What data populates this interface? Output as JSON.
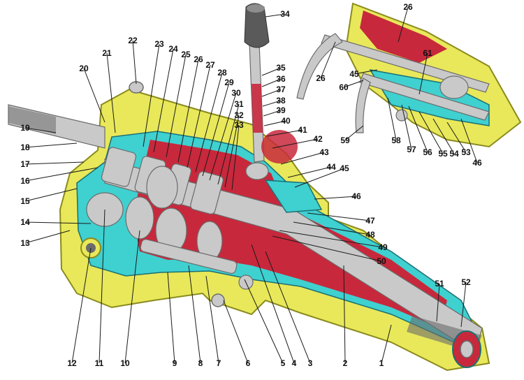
{
  "diagram": {
    "colors": {
      "housing": "#e8e85a",
      "housing_edge": "#8a8a1e",
      "section": "#3fd0d0",
      "section_edge": "#1b6f74",
      "cavity": "#c8283c",
      "metal": "#c9c9c9",
      "metal_dark": "#6b6b6b",
      "knob": "#5a5a5a",
      "leader": "#1a1a1a"
    },
    "callouts": [
      {
        "label": "1"
      },
      {
        "label": "2"
      },
      {
        "label": "3"
      },
      {
        "label": "4"
      },
      {
        "label": "5"
      },
      {
        "label": "6"
      },
      {
        "label": "7"
      },
      {
        "label": "8"
      },
      {
        "label": "9"
      },
      {
        "label": "10"
      },
      {
        "label": "11"
      },
      {
        "label": "12"
      },
      {
        "label": "13"
      },
      {
        "label": "14"
      },
      {
        "label": "15"
      },
      {
        "label": "16"
      },
      {
        "label": "17"
      },
      {
        "label": "18"
      },
      {
        "label": "19"
      },
      {
        "label": "20"
      },
      {
        "label": "21"
      },
      {
        "label": "22"
      },
      {
        "label": "23"
      },
      {
        "label": "24"
      },
      {
        "label": "25"
      },
      {
        "label": "26"
      },
      {
        "label": "27"
      },
      {
        "label": "28"
      },
      {
        "label": "29"
      },
      {
        "label": "30"
      },
      {
        "label": "31"
      },
      {
        "label": "32"
      },
      {
        "label": "33"
      },
      {
        "label": "34"
      },
      {
        "label": "35"
      },
      {
        "label": "36"
      },
      {
        "label": "37"
      },
      {
        "label": "38"
      },
      {
        "label": "39"
      },
      {
        "label": "40"
      },
      {
        "label": "41"
      },
      {
        "label": "42"
      },
      {
        "label": "43"
      },
      {
        "label": "44"
      },
      {
        "label": "45"
      },
      {
        "label": "46"
      },
      {
        "label": "47"
      },
      {
        "label": "48"
      },
      {
        "label": "49"
      },
      {
        "label": "50"
      },
      {
        "label": "51"
      },
      {
        "label": "52"
      },
      {
        "label": "53"
      },
      {
        "label": "54"
      },
      {
        "label": "55"
      },
      {
        "label": "56"
      },
      {
        "label": "57"
      },
      {
        "label": "58"
      },
      {
        "label": "59"
      },
      {
        "label": "60"
      },
      {
        "label": "61"
      },
      {
        "label": "45"
      },
      {
        "label": "46"
      },
      {
        "label": "26"
      },
      {
        "label": "26"
      }
    ]
  }
}
